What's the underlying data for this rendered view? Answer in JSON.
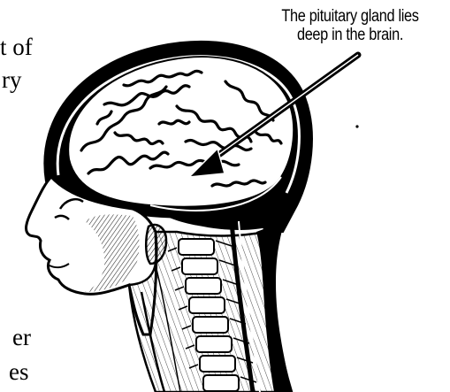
{
  "figure": {
    "callout_line1": "The pituitary gland lies",
    "callout_line2": "deep in the brain.",
    "text_fragments": [
      "t of",
      "ry",
      "er",
      "es"
    ],
    "colors": {
      "ink": "#000000",
      "paper": "#ffffff"
    },
    "illustration": "head-cross-section-engraving"
  }
}
